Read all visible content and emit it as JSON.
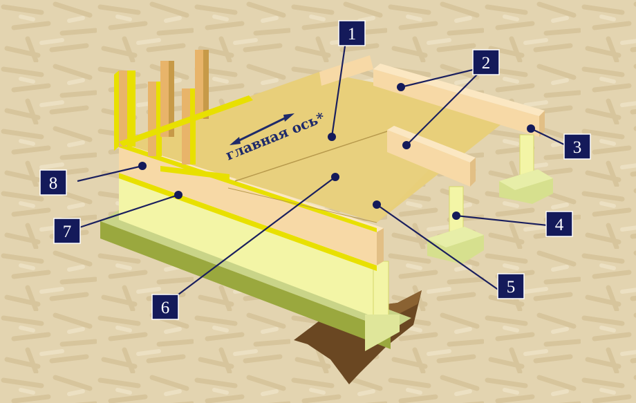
{
  "diagram": {
    "axis_label": "главная ось*",
    "callouts": [
      {
        "id": "1",
        "label": "1"
      },
      {
        "id": "2",
        "label": "2"
      },
      {
        "id": "3",
        "label": "3"
      },
      {
        "id": "4",
        "label": "4"
      },
      {
        "id": "5",
        "label": "5"
      },
      {
        "id": "6",
        "label": "6"
      },
      {
        "id": "7",
        "label": "7"
      },
      {
        "id": "8",
        "label": "8"
      }
    ],
    "colors": {
      "background": "#e6d9b8",
      "osb_panel": "#e8cf7a",
      "joist": "#f7d9a6",
      "wall": "#f4f7a8",
      "accent_strip": "#e8e000",
      "footing": "#dde6a0",
      "callout_box": "#141a5a",
      "callout_line": "#1a1f5e",
      "soil": "#6a4722"
    }
  }
}
